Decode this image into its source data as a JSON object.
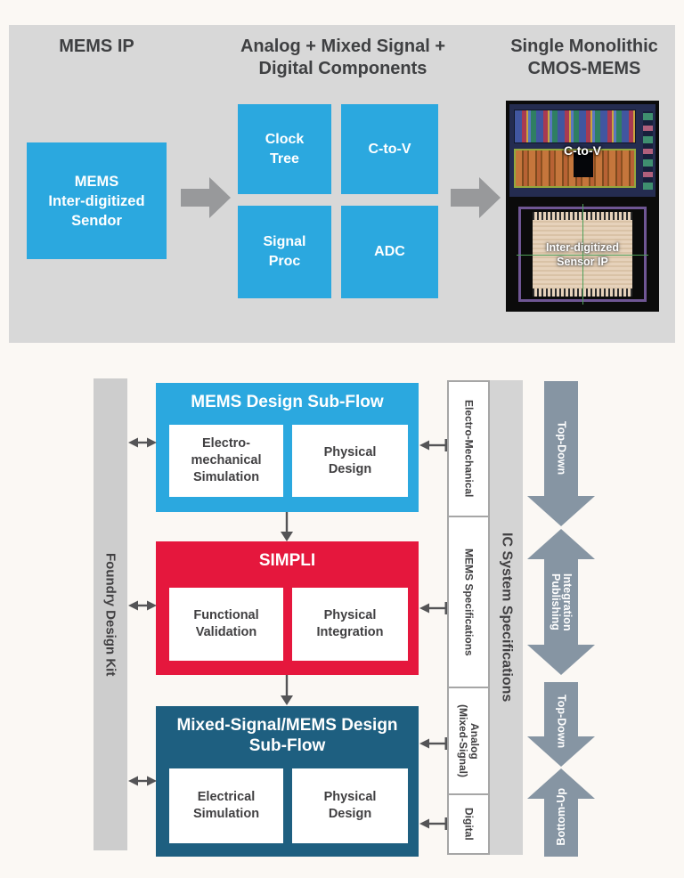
{
  "top_panel": {
    "heading_left": "MEMS IP",
    "heading_center": "Analog + Mixed Signal +\nDigital Components",
    "heading_right": "Single Monolithic\nCMOS-MEMS",
    "mems_ip_box": "MEMS\nInter-digitized\nSendor",
    "components": [
      "Clock\nTree",
      "C-to-V",
      "Signal\nProc",
      "ADC"
    ],
    "chip_labels": {
      "top": "C-to-V",
      "bottom": "Inter-digitized\nSensor IP"
    }
  },
  "flow": {
    "foundry_bar": "Foundry Design Kit",
    "ic_bar": "IC System Specifications",
    "blocks": [
      {
        "title": "MEMS Design Sub-Flow",
        "sub_left": "Electro-\nmechanical\nSimulation",
        "sub_right": "Physical\nDesign"
      },
      {
        "title": "SIMPLI",
        "sub_left": "Functional\nValidation",
        "sub_right": "Physical\nIntegration"
      },
      {
        "title": "Mixed-Signal/MEMS Design\nSub-Flow",
        "sub_left": "Electrical\nSimulation",
        "sub_right": "Physical\nDesign"
      }
    ],
    "spec_cells": [
      "Electro-Mechanical",
      "MEMS Specifications",
      "Analog\n(Mixed-Signal)",
      "Digital"
    ],
    "side_arrows": [
      "Top-Down",
      "Integration\nPublishing",
      "Top-Down",
      "Bottom-Up"
    ]
  },
  "colors": {
    "blue": "#2BA8DF",
    "red": "#E5173D",
    "teal": "#1E5F80",
    "panel_gray": "#D8D8D8",
    "bar_gray": "#CDCDCD",
    "slate_arrow": "#8695A3",
    "dark_arrow": "#545456",
    "text_dark": "#414042"
  }
}
